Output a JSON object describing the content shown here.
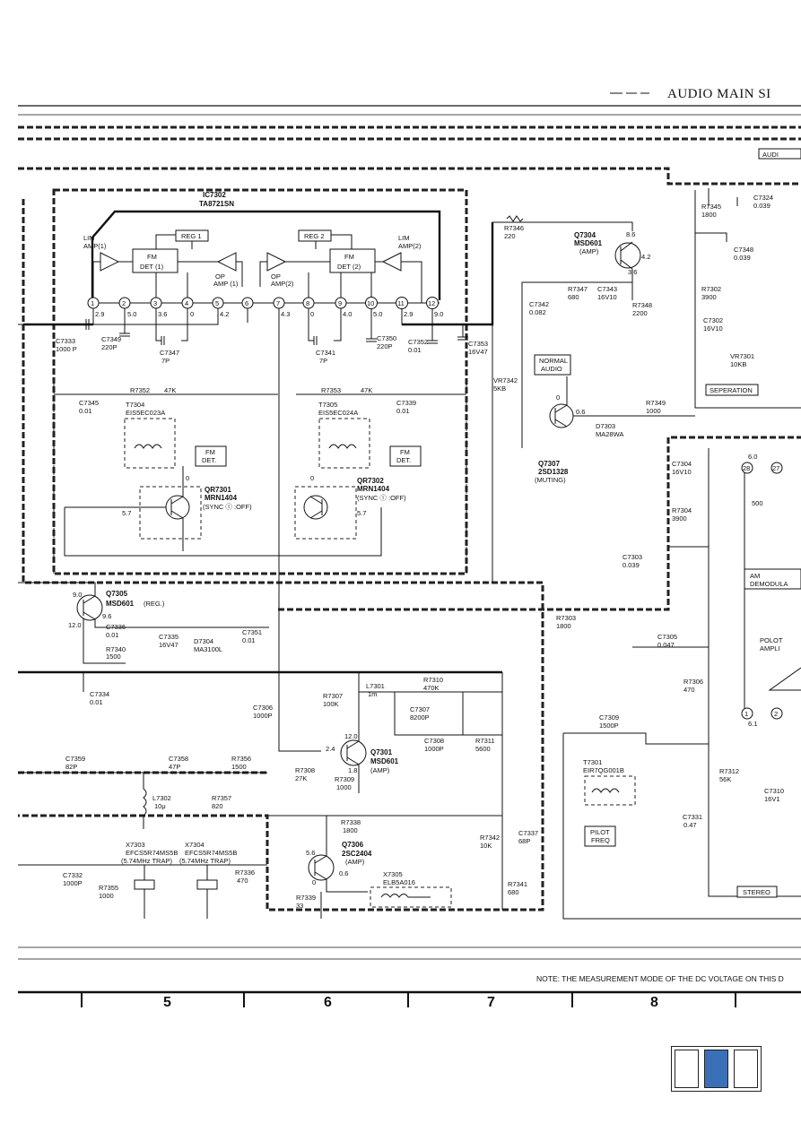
{
  "header": {
    "title": "AUDIO MAIN SI",
    "top_right_label": "AUDI"
  },
  "ic": {
    "ref": "IC7302",
    "part": "TA8721SN"
  },
  "blocks": {
    "reg1": "REG 1",
    "reg2": "REG 2",
    "fmdet1_a": "FM",
    "fmdet1_b": "DET (1)",
    "fmdet2_a": "FM",
    "fmdet2_b": "DET (2)",
    "lim1_a": "LIM",
    "lim1_b": "AMP(1)",
    "lim2_a": "LIM",
    "lim2_b": "AMP(2)",
    "op1_a": "OP",
    "op1_b": "AMP (1)",
    "op2_a": "OP",
    "op2_b": "AMP(2)",
    "fmdet_box_a": "FM",
    "fmdet_box_b": "DET.",
    "normal_audio_a": "NORMAL",
    "normal_audio_b": "AUDIO",
    "separation": "SEPERATION",
    "am_demod_a": "AM",
    "am_demod_b": "DEMODULA",
    "polot_a": "POLOT",
    "polot_b": "AMPLI",
    "pilot_a": "PILOT",
    "pilot_b": "FREQ",
    "stereo": "STEREO"
  },
  "pins": [
    "1",
    "2",
    "3",
    "4",
    "5",
    "6",
    "7",
    "8",
    "9",
    "10",
    "11",
    "12"
  ],
  "pins_right": [
    "28",
    "27",
    "1",
    "2"
  ],
  "voltages": {
    "p1": "2.9",
    "p2": "5.0",
    "p3": "3.6",
    "p4": "0",
    "p5": "4.2",
    "p7": "4.3",
    "p8": "0",
    "p9": "4.0",
    "p10": "5.0",
    "p11": "2.9",
    "p12": "9.0",
    "q7304_c": "8.6",
    "q7304_b": "4.2",
    "q7304_e": "3.6",
    "q7307_b": "0.6",
    "q7307_c": "0",
    "qr7301_b": "5.7",
    "qr7301_c": "0",
    "qr7302_b": "5.7",
    "qr7302_c": "0",
    "q7305_c": "9.0",
    "q7305_b": "12.0",
    "q7305_e": "9.6",
    "q7301_c": "12.0",
    "q7301_b": "2.4",
    "q7301_e": "1.8",
    "q7306_c": "5.6",
    "q7306_b": "0",
    "q7306_e": "0.6",
    "r28": "6.0",
    "r1": "6.1"
  },
  "transistors": {
    "q7304": {
      "ref": "Q7304",
      "part": "MSD601",
      "role": "(AMP)"
    },
    "q7307": {
      "ref": "Q7307",
      "part": "2SD1328",
      "role": "(MUTING)"
    },
    "qr7301": {
      "ref": "QR7301",
      "part": "MRN1404",
      "role": "(SYNC ⓛ :OFF)"
    },
    "qr7302": {
      "ref": "QR7302",
      "part": "MRN1404",
      "role": "(SYNC ⓛ :OFF)"
    },
    "q7305": {
      "ref": "Q7305",
      "part": "MSD601",
      "role": "(REG.)"
    },
    "q7301": {
      "ref": "Q7301",
      "part": "MSD601",
      "role": "(AMP)"
    },
    "q7306": {
      "ref": "Q7306",
      "part": "2SC2404",
      "role": "(AMP)"
    }
  },
  "components": {
    "c7333": [
      "C7333",
      "1000 P"
    ],
    "c7349": [
      "C7349",
      "220P"
    ],
    "c7347": [
      "C7347",
      "7P"
    ],
    "c7341": [
      "C7341",
      "7P"
    ],
    "c7350": [
      "C7350",
      "220P"
    ],
    "c7352": [
      "C7352",
      "0.01"
    ],
    "c7353": [
      "C7353",
      "16V47"
    ],
    "r7346": [
      "R7346",
      "220"
    ],
    "r7347": [
      "R7347",
      "680"
    ],
    "c7343": [
      "C7343",
      "16V10"
    ],
    "r7348": [
      "R7348",
      "2200"
    ],
    "c7342": [
      "C7342",
      "0.082"
    ],
    "c7345": [
      "C7345",
      "0.01"
    ],
    "r7352": [
      "R7352",
      "47K"
    ],
    "t7304": [
      "T7304",
      "EIS5EC023A"
    ],
    "r7353": [
      "R7353",
      "47K"
    ],
    "c7339": [
      "C7339",
      "0.01"
    ],
    "t7305": [
      "T7305",
      "EIS5EC024A"
    ],
    "vr7342": [
      "VR7342",
      "5KB"
    ],
    "r7349": [
      "R7349",
      "1000"
    ],
    "d7303": [
      "D7303",
      "MA28WA"
    ],
    "r7345": [
      "R7345",
      "1800"
    ],
    "c7324": [
      "C7324",
      "0.039"
    ],
    "c7348": [
      "C7348",
      "0.039"
    ],
    "r7302": [
      "R7302",
      "3900"
    ],
    "c7302": [
      "C7302",
      "16V10"
    ],
    "vr7301": [
      "VR7301",
      "10KB"
    ],
    "c7304": [
      "C7304",
      "16V10"
    ],
    "r7304": [
      "R7304",
      "3900"
    ],
    "c7303": [
      "C7303",
      "0.039"
    ],
    "r7303": [
      "R7303",
      "1800"
    ],
    "c7305": [
      "C7305",
      "0.047"
    ],
    "r7306": [
      "R7306",
      "470"
    ],
    "c7336": [
      "C7336",
      "0.01"
    ],
    "r7340": [
      "R7340",
      "1500"
    ],
    "c7335": [
      "C7335",
      "16V47"
    ],
    "d7304": [
      "D7304",
      "MA3100L"
    ],
    "c7351": [
      "C7351",
      "0.01"
    ],
    "c7334": [
      "C7334",
      "0.01"
    ],
    "c7306": [
      "C7306",
      "1000P"
    ],
    "r7307": [
      "R7307",
      "100K"
    ],
    "l7301": [
      "L7301",
      "1m"
    ],
    "r7310": [
      "R7310",
      "470K"
    ],
    "c7307": [
      "C7307",
      "8200P"
    ],
    "c7308": [
      "C7308",
      "1000P"
    ],
    "r7311": [
      "R7311",
      "5600"
    ],
    "c7309": [
      "C7309",
      "1500P"
    ],
    "t7301": [
      "T7301",
      "EIR7QG001B"
    ],
    "r7312": [
      "R7312",
      "56K"
    ],
    "c7310": [
      "C7310",
      "16V1"
    ],
    "c7331": [
      "C7331",
      "0.47"
    ],
    "r7308": [
      "R7308",
      "27K"
    ],
    "r7309": [
      "R7309",
      "1000"
    ],
    "c7359": [
      "C7359",
      "82P"
    ],
    "c7358": [
      "C7358",
      "47P"
    ],
    "r7356": [
      "R7356",
      "1500"
    ],
    "l7302": [
      "L7302",
      "10μ"
    ],
    "r7357": [
      "R7357",
      "820"
    ],
    "r7338": [
      "R7338",
      "1800"
    ],
    "r7342": [
      "R7342",
      "10K"
    ],
    "c7337": [
      "C7337",
      "68P"
    ],
    "x7303": [
      "X7303",
      "EFCS5R74MS5B"
    ],
    "x7304": [
      "X7304",
      "EFCS5R74MS5B"
    ],
    "trap1": "(5.74MHz TRAP)",
    "trap2": "(5.74MHz TRAP)",
    "r7336": [
      "R7336",
      "470"
    ],
    "c7332": [
      "C7332",
      "1000P"
    ],
    "r7355": [
      "R7355",
      "1000"
    ],
    "r7339": [
      "R7339",
      "33"
    ],
    "x7305": [
      "X7305",
      "ELB5A016"
    ],
    "r7341": [
      "R7341",
      "680"
    ],
    "r500": "500"
  },
  "footer": {
    "note": "NOTE: THE MEASUREMENT MODE OF THE DC VOLTAGE ON THIS D",
    "columns": [
      "5",
      "6",
      "7",
      "8"
    ]
  },
  "page_nav": {
    "count": 3,
    "active_index": 1
  }
}
